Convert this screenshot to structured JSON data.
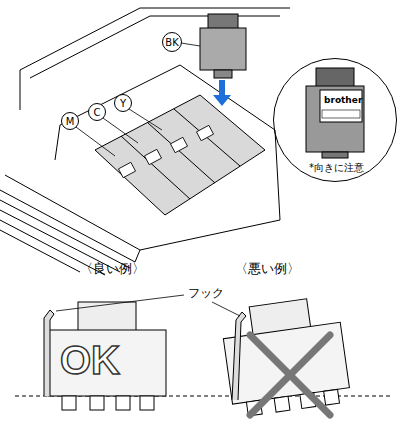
{
  "diagram": {
    "nodes": [
      {
        "text": [
          "BK"
        ]
      },
      {
        "text": [
          "M"
        ]
      },
      {
        "text": [
          "C"
        ]
      },
      {
        "text": [
          "Y"
        ]
      },
      {
        "text": [
          "*向きに注意"
        ]
      }
    ],
    "labels": [
      "brother",
      "〈良い例〉",
      "〈悪い例〉",
      "フック",
      "OK"
    ]
  }
}
